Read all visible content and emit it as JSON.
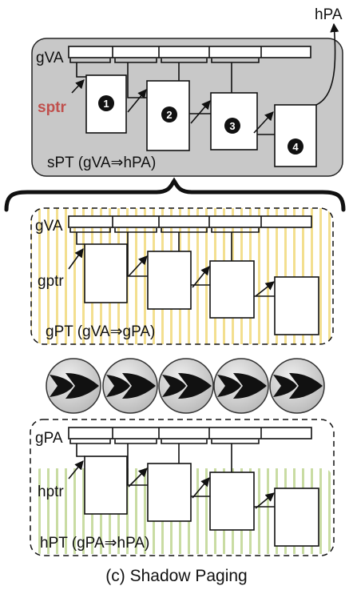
{
  "shadow_table": {
    "va_label": "gVA",
    "pointer_label": "sptr",
    "output_label": "hPA",
    "table_label": "sPT (gVA⇒hPA)",
    "steps": [
      "1",
      "2",
      "3",
      "4"
    ]
  },
  "guest_table": {
    "va_label": "gVA",
    "pointer_label": "gptr",
    "table_label": "gPT (gVA⇒gPA)"
  },
  "host_table": {
    "va_label": "gPA",
    "pointer_label": "hptr",
    "table_label": "hPT (gPA⇒hPA)"
  },
  "caption": "(c) Shadow Paging",
  "colors": {
    "shadow_panel": "#c8c8c8",
    "pointer_red": "#c0504d",
    "guest_stripe": "#f3df8f",
    "host_stripe": "#c9dca3",
    "arrow_badge": "#cfcfcf"
  },
  "icons": [
    "double-chevron-arrow-icon"
  ]
}
